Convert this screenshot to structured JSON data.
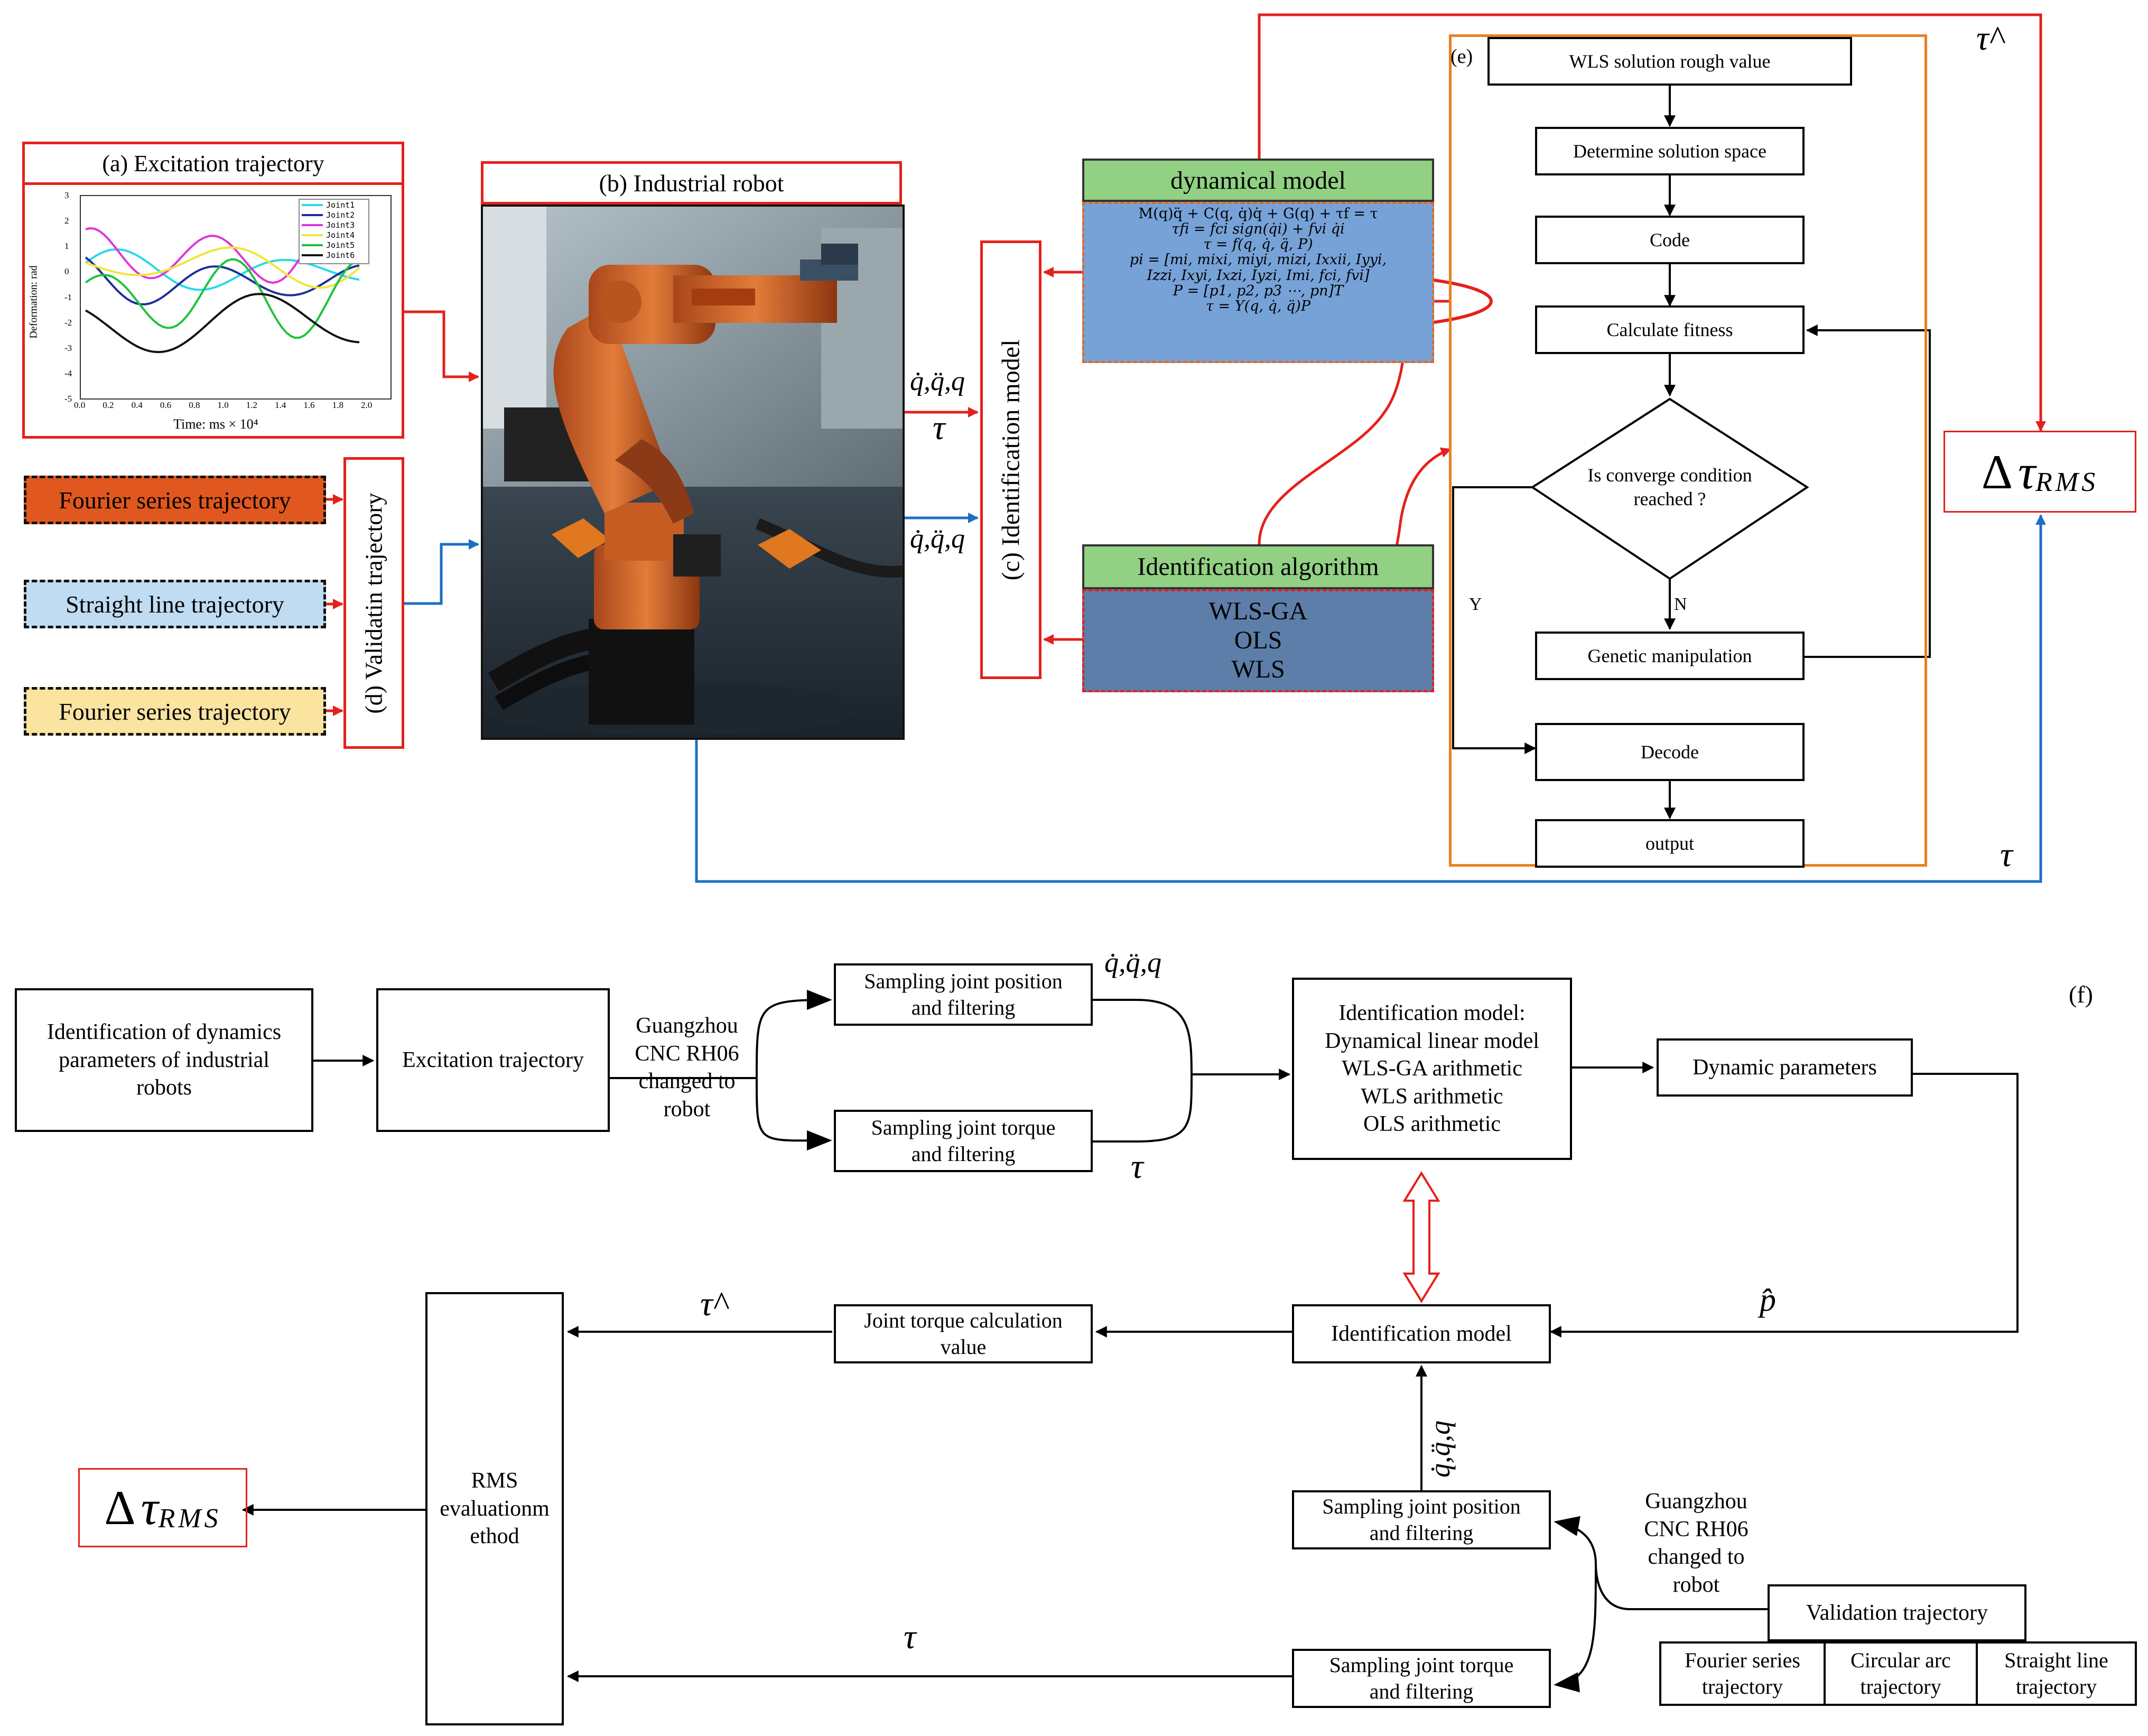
{
  "top": {
    "excitation": {
      "title": "(a) Excitation trajectory",
      "chart": {
        "ylabel": "Deformation: rad",
        "xlabel": "Time: ms × 10⁴",
        "xticks": [
          "0.0",
          "0.2",
          "0.4",
          "0.6",
          "0.8",
          "1.0",
          "1.2",
          "1.4",
          "1.6",
          "1.8",
          "2.0"
        ],
        "yticks": [
          "3",
          "2",
          "1",
          "0",
          "-1",
          "-2",
          "-3",
          "-4",
          "-5"
        ],
        "legend": [
          "Joint1",
          "Joint2",
          "Joint3",
          "Joint4",
          "Joint5",
          "Joint6"
        ],
        "colors": {
          "Joint1": "#27d9e8",
          "Joint2": "#1a2f9c",
          "Joint3": "#e233d9",
          "Joint4": "#f0e63a",
          "Joint5": "#1ec33c",
          "Joint6": "#111111"
        }
      }
    },
    "robot_title": "(b) Industrial robot",
    "identification_model": "(c) Identification model",
    "validation_trajectory": "(d) Validatin trajectory",
    "trajectories": [
      {
        "label": "Fourier series trajectory",
        "color": "#e0581f"
      },
      {
        "label": "Straight line trajectory",
        "color": "#bfdcf2"
      },
      {
        "label": "Fourier series trajectory",
        "color": "#fbe3a0"
      }
    ],
    "dynamical_model": {
      "title": "dynamical model",
      "equations": [
        "M(q)q̈ + C(q, q̇)q̇ + G(q) + τf = τ",
        "τfi = fci sign(q̇i) + fvi q̇i",
        "τ = f(q, q̇, q̈, P)",
        "pi = [mi, mixi, miyi, mizi, Ixxii, Iyyi,",
        "Izzi, Ixyi, Ixzi, Iyzi, Imi, fci, fvi]",
        "P = [p1, p2, p3 ⋯, pn]T",
        "τ = Y(q, q̇, q̈)P"
      ]
    },
    "identification_algorithm": {
      "title": "Identification algorithm",
      "items": [
        "WLS-GA",
        "OLS",
        "WLS"
      ]
    },
    "signals": {
      "qdots": "q̇,q̈,q⃛",
      "tau": "τ",
      "tau_hat": "τ^",
      "rms_delta": "Δ",
      "rms_tau": "τ",
      "rms_sub": "RMS"
    },
    "flowchart": {
      "label": "(e)",
      "steps": [
        "WLS solution rough value",
        "Determine solution space",
        "Code",
        "Calculate fitness",
        "Is converge condition\nreached ?",
        "Genetic manipulation",
        "Decode",
        "output"
      ],
      "yes": "Y",
      "no": "N"
    }
  },
  "bottom": {
    "label": "(f)",
    "identification_of_dynamics": "Identification of dynamics\nparameters of industrial\nrobots",
    "excitation": "Excitation trajectory",
    "robot_text": "Guangzhou\nCNC RH06\nchanged to\nrobot",
    "sampling_position": "Sampling joint position\nand filtering",
    "sampling_torque": "Sampling joint torque\nand filtering",
    "id_model_block": "Identification model:\nDynamical linear model\nWLS-GA arithmetic\nWLS arithmetic\nOLS arithmetic",
    "dynamic_parameters": "Dynamic parameters",
    "identification_model": "Identification model",
    "joint_torque_calc": "Joint torque calculation\nvalue",
    "rms_method": "RMS\nevaluationm\nethod",
    "p_hat": "p̂",
    "tau": "τ",
    "tau_hat": "τ^",
    "qdots": "q̇,q̈,q⃛",
    "validation_trajectory": "Validation trajectory",
    "validation_items": [
      "Fourier series\ntrajectory",
      "Circular arc\ntrajectory",
      "Straight line\ntrajectory"
    ],
    "rms_delta": "Δ",
    "rms_tau": "τ",
    "rms_sub": "RMS"
  }
}
